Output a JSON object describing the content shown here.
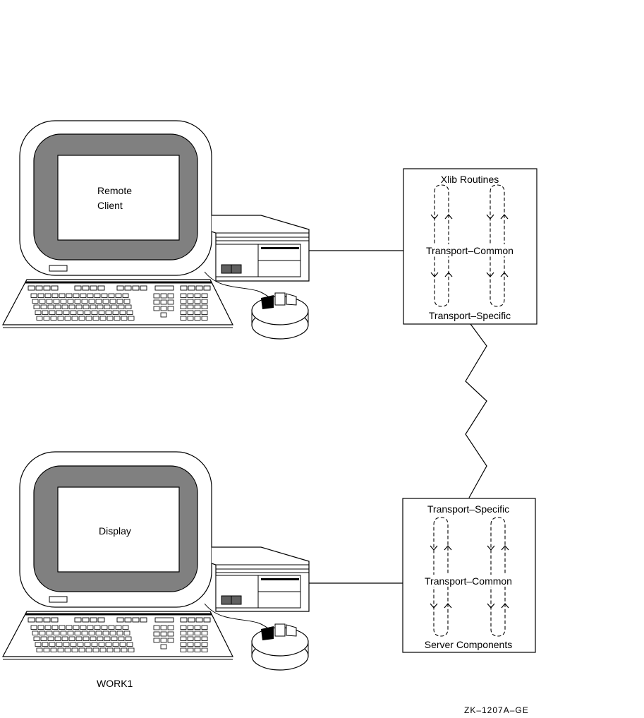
{
  "workstations": {
    "remote": {
      "screen_line1": "Remote",
      "screen_line2": "Client",
      "caption": ""
    },
    "display": {
      "screen_line1": "Display",
      "screen_line2": "",
      "caption": "WORK1"
    }
  },
  "stacks": {
    "client": {
      "top": "Xlib Routines",
      "middle": "Transport–Common",
      "bottom": "Transport–Specific"
    },
    "server": {
      "top": "Transport–Specific",
      "middle": "Transport–Common",
      "bottom": "Server Components"
    }
  },
  "figure_id": "ZK–1207A–GE",
  "colors": {
    "ink": "#000000",
    "screen_bezel": "#808080",
    "paper": "#ffffff",
    "key_fill": "#606060"
  }
}
